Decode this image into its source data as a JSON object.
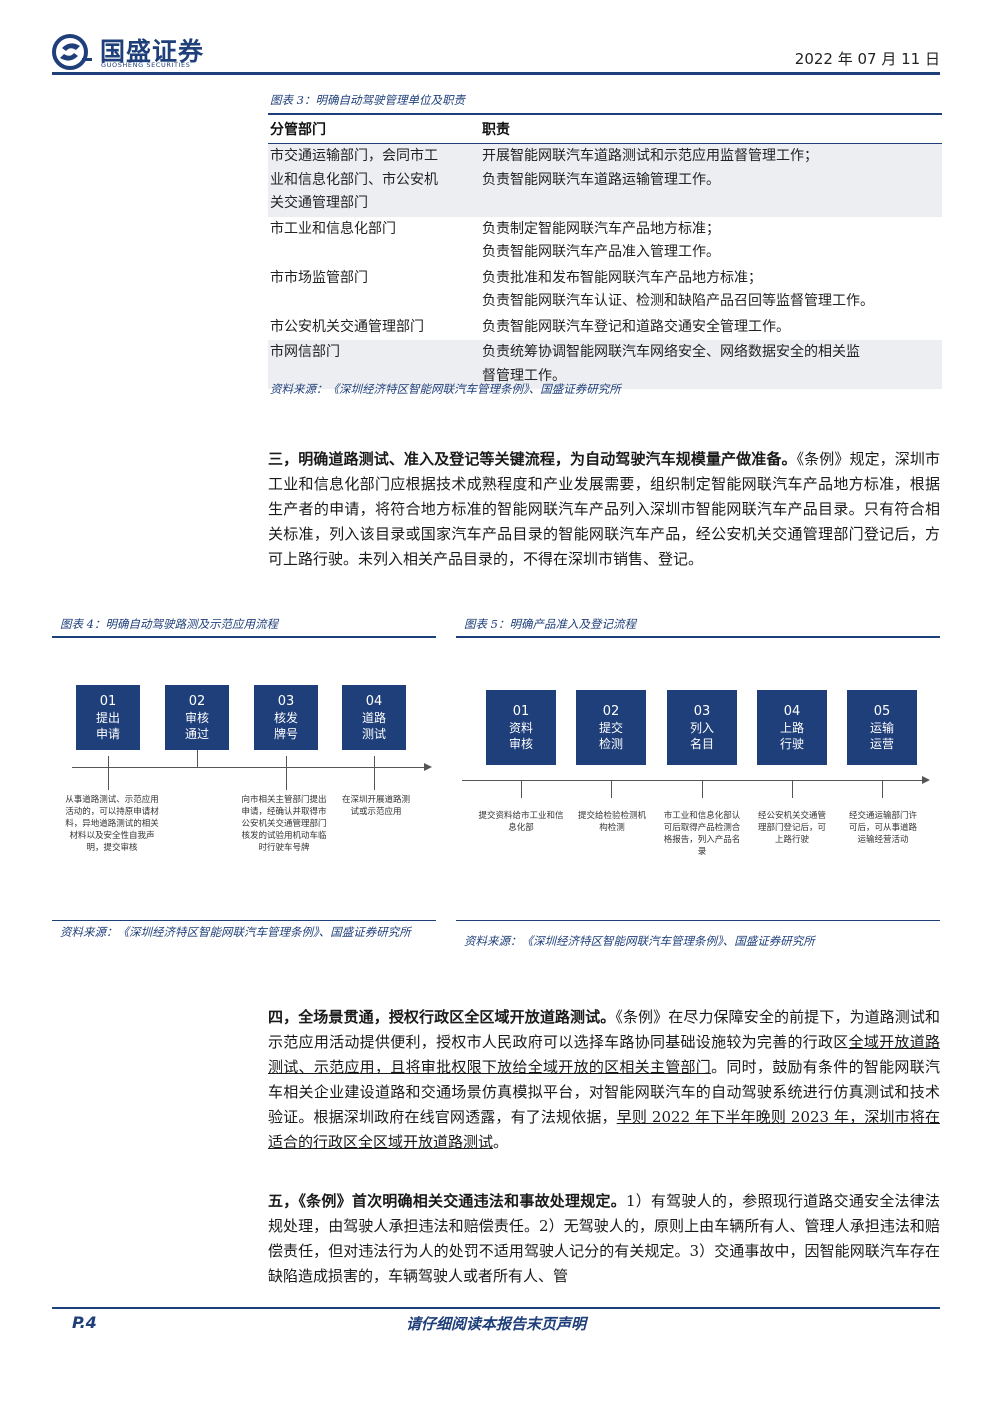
{
  "header": {
    "brand": "国盛证券",
    "brand_sub": "GUOSHENG SECURITIES",
    "date": "2022 年 07 月 11 日"
  },
  "table3": {
    "caption": "图表 3：明确自动驾驶管理单位及职责",
    "headers": [
      "分管部门",
      "职责"
    ],
    "rows": [
      {
        "dept": "市交通运输部门，会同市工\n业和信息化部门、市公安机\n关交通管理部门",
        "duty": "开展智能网联汽车道路测试和示范应用监督管理工作；\n负责智能网联汽车道路运输管理工作。"
      },
      {
        "dept": "市工业和信息化部门",
        "duty": "负责制定智能网联汽车产品地方标准；\n负责智能网联汽车产品准入管理工作。"
      },
      {
        "dept": "市市场监管部门",
        "duty": "负责批准和发布智能网联汽车产品地方标准；\n负责智能网联汽车认证、检测和缺陷产品召回等监督管理工作。"
      },
      {
        "dept": "市公安机关交通管理部门",
        "duty": "负责智能网联汽车登记和道路交通安全管理工作。"
      },
      {
        "dept": "市网信部门",
        "duty": "负责统筹协调智能网联汽车网络安全、网络数据安全的相关监\n督管理工作。"
      }
    ],
    "source": "资料来源：《深圳经济特区智能网联汽车管理条例》、国盛证券研究所"
  },
  "para3": {
    "bold": "三，明确道路测试、准入及登记等关键流程，为自动驾驶汽车规模量产做准备。",
    "text": "《条例》规定，深圳市工业和信息化部门应根据技术成熟程度和产业发展需要，组织制定智能网联汽车产品地方标准，根据生产者的申请，将符合地方标准的智能网联汽车产品列入深圳市智能网联汽车产品目录。只有符合相关标准，列入该目录或国家汽车产品目录的智能网联汽车产品，经公安机关交通管理部门登记后，方可上路行驶。未列入相关产品目录的，不得在深圳市销售、登记。"
  },
  "fig4": {
    "caption": "图表 4：明确自动驾驶路测及示范应用流程",
    "steps": [
      {
        "num": "01",
        "label": "提出\n申请"
      },
      {
        "num": "02",
        "label": "审核\n通过"
      },
      {
        "num": "03",
        "label": "核发\n牌号"
      },
      {
        "num": "04",
        "label": "道路\n测试"
      }
    ],
    "notes": [
      "从事道路测试、示范应用活动的，可以持原申请材料，异地道路测试的相关材料以及安全性自我声明，提交审核",
      "向市相关主管部门提出申请，经确认并取得市公安机关交通管理部门核发的试验用机动车临时行驶车号牌",
      "在深圳开展道路测试或示范应用"
    ],
    "source": "资料来源：《深圳经济特区智能网联汽车管理条例》、国盛证券研究所"
  },
  "fig5": {
    "caption": "图表 5：明确产品准入及登记流程",
    "steps": [
      {
        "num": "01",
        "label": "资料\n审核"
      },
      {
        "num": "02",
        "label": "提交\n检测"
      },
      {
        "num": "03",
        "label": "列入\n名目"
      },
      {
        "num": "04",
        "label": "上路\n行驶"
      },
      {
        "num": "05",
        "label": "运输\n运营"
      }
    ],
    "notes": [
      "提交资料给市工业和信息化部",
      "提交给检验检测机构检测",
      "市工业和信息化部认可后取得产品检测合格报告，列入产品名录",
      "经公安机关交通管理部门登记后，可上路行驶",
      "经交通运输部门许可后，可从事道路运输经营活动"
    ],
    "source": "资料来源：《深圳经济特区智能网联汽车管理条例》、国盛证券研究所"
  },
  "para4": {
    "bold": "四，全场景贯通，授权行政区全区域开放道路测试。",
    "t1": "《条例》在尽力保障安全的前提下，为道路测试和示范应用活动提供便利，授权市人民政府可以选择车路协同基础设施较为完善的行政区",
    "u1": "全域开放道路测试、示范应用，且将审批权限下放给全域开放的区相关主管部门",
    "t2": "。同时，鼓励有条件的智能网联汽车相关企业建设道路和交通场景仿真模拟平台，对智能网联汽车的自动驾驶系统进行仿真测试和技术验证。根据深圳政府在线官网透露，有了法规依据，",
    "u2": "早则 2022 年下半年晚则 2023 年，深圳市将在适合的行政区全区域开放道路测试",
    "t3": "。"
  },
  "para5": {
    "bold": "五，《条例》首次明确相关交通违法和事故处理规定。",
    "text": "1）有驾驶人的，参照现行道路交通安全法律法规处理，由驾驶人承担违法和赔偿责任。2）无驾驶人的，原则上由车辆所有人、管理人承担违法和赔偿责任，但对违法行为人的处罚不适用驾驶人记分的有关规定。3）交通事故中，因智能网联汽车存在缺陷造成损害的，车辆驾驶人或者所有人、管"
  },
  "footer": {
    "page": "P.4",
    "note": "请仔细阅读本报告末页声明"
  }
}
